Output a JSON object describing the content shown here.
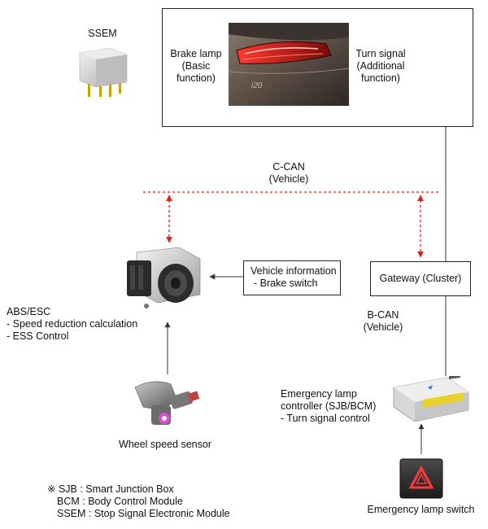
{
  "ssem": {
    "label": "SSEM"
  },
  "top_box": {
    "left_label": [
      "Brake lamp",
      "(Basic",
      "function)"
    ],
    "right_label": [
      "Turn signal",
      "(Additional",
      "function)"
    ],
    "car_badge": "i20"
  },
  "c_can": {
    "line1": "C-CAN",
    "line2": "(Vehicle)"
  },
  "b_can": {
    "line1": "B-CAN",
    "line2": "(Vehicle)"
  },
  "vehicle_info": {
    "line1": "Vehicle information",
    "line2": "- Brake switch"
  },
  "gateway": {
    "label": "Gateway (Cluster)"
  },
  "abs_esc": {
    "lines": [
      "ABS/ESC",
      "- Speed reduction calculation",
      "- ESS Control"
    ]
  },
  "wheel_sensor": {
    "label": "Wheel speed sensor"
  },
  "emergency_controller": {
    "lines": [
      "Emergency lamp",
      "controller (SJB/BCM)",
      "- Turn signal control"
    ]
  },
  "emergency_switch": {
    "label": "Emergency lamp switch"
  },
  "legend": {
    "lines": [
      "※ SJB : Smart Junction Box",
      "BCM : Body Control Module",
      "SSEM : Stop  Signal Electronic Module"
    ]
  },
  "colors": {
    "can_line": "#e0201c",
    "wire": "#333333"
  }
}
